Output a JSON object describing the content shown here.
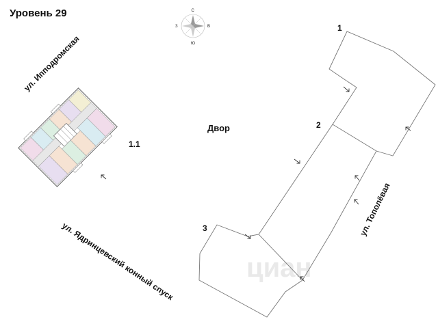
{
  "level_title": "Уровень 29",
  "compass": {
    "north": "С",
    "west": "З",
    "east": "В",
    "south": "Ю"
  },
  "streets": {
    "hippodrome": "ул. Ипподромская",
    "yadrintsev": "ул. Ядринцевский конный спуск",
    "topolevaya": "ул. Тополёвая"
  },
  "yard_label": "Двор",
  "buildings": {
    "current": "1.1",
    "section_1": "1",
    "section_2": "2",
    "section_3": "3"
  },
  "watermark": "циан",
  "colors": {
    "apt_pink": "#f1dcea",
    "apt_blue": "#d9ecf2",
    "apt_green": "#dcefe2",
    "apt_peach": "#f6e3d3",
    "apt_lilac": "#e7def0",
    "apt_yellow": "#f3efd4",
    "core": "#e7e7e7"
  }
}
